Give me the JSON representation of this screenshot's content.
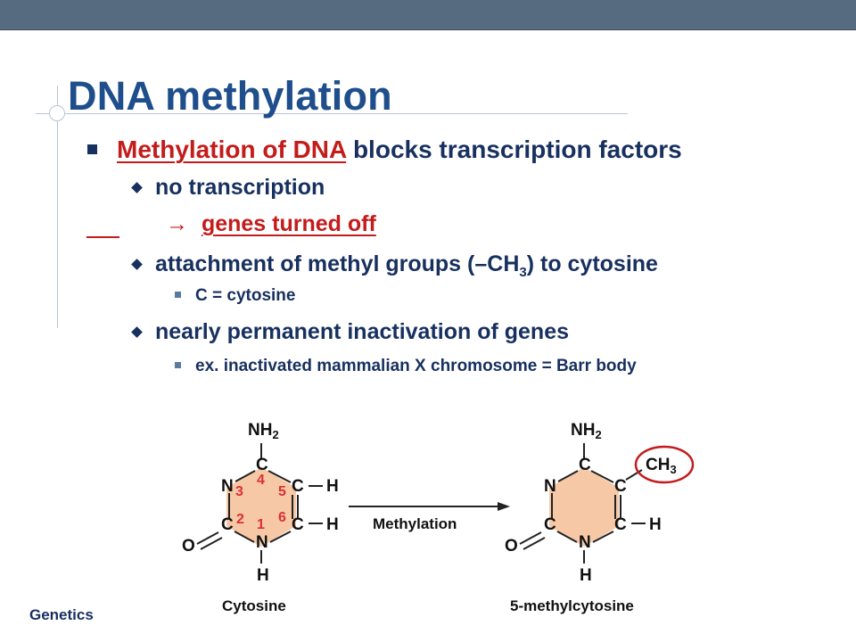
{
  "slide": {
    "title": "DNA methylation",
    "bullet1": {
      "highlight": "Methylation of DNA",
      "rest": " blocks transcription factors"
    },
    "sub1": "no transcription",
    "arrow_symbol": "→",
    "sub1b": "genes turned off",
    "sub2": {
      "before": "attachment of methyl groups (–CH",
      "sub": "3",
      "after": ") to cytosine"
    },
    "sub2_detail": "C = cytosine",
    "sub3": "nearly permanent inactivation of genes",
    "sub3_detail": "ex. inactivated mammalian X chromosome = Barr body",
    "footer": "Genetics"
  },
  "diagram": {
    "left": {
      "nh2": "NH",
      "nh2_sub": "2",
      "C": "C",
      "N": "N",
      "H": "H",
      "O": "O",
      "numbers": [
        "1",
        "2",
        "3",
        "4",
        "5",
        "6"
      ],
      "caption": "Cytosine"
    },
    "arrow_label": "Methylation",
    "right": {
      "nh2": "NH",
      "nh2_sub": "2",
      "ch3": "CH",
      "ch3_sub": "3",
      "C": "C",
      "N": "N",
      "H": "H",
      "O": "O",
      "caption": "5-methylcytosine"
    },
    "colors": {
      "ring_fill": "#f6c8a5",
      "ring_number": "#d9303a",
      "circle": "#c41b1b"
    }
  }
}
